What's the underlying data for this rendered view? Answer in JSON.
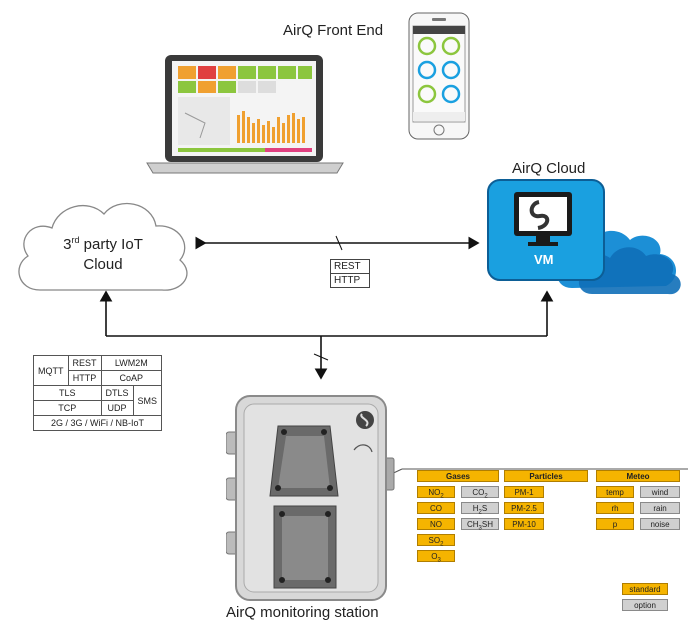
{
  "labels": {
    "front_end": "AirQ Front End",
    "cloud": "AirQ Cloud",
    "third_party_pre": "3",
    "third_party_sup": "rd",
    "third_party_post": " party IoT",
    "third_party_line2": "Cloud",
    "vm": "VM",
    "station": "AirQ monitoring station"
  },
  "rest_http": {
    "rest": "REST",
    "http": "HTTP"
  },
  "protocols": {
    "mqtt": "MQTT",
    "rest": "REST",
    "lwm2m": "LWM2M",
    "http": "HTTP",
    "coap": "CoAP",
    "tls": "TLS",
    "dtls": "DTLS",
    "sms": "SMS",
    "tcp": "TCP",
    "udp": "UDP",
    "network": "2G / 3G / WiFi / NB-IoT"
  },
  "sensors": {
    "gases": {
      "header": "Gases",
      "standard": [
        "NO",
        "CO",
        "NO",
        "SO",
        "O"
      ],
      "optional": [
        "CO",
        "H",
        "CH"
      ]
    },
    "particles": {
      "header": "Particles",
      "standard": [
        "PM-1",
        "PM-2.5",
        "PM-10"
      ]
    },
    "meteo": {
      "header": "Meteo",
      "standard": [
        "temp",
        "rh",
        "p"
      ],
      "optional": [
        "wind",
        "rain",
        "noise"
      ]
    }
  },
  "legend": {
    "standard": "standard",
    "option": "option"
  },
  "colors": {
    "standard": "#f5b400",
    "option": "#d0d0d0",
    "vm_blue": "#1aa0e0",
    "cloud_blue": "#1c8fd6"
  }
}
